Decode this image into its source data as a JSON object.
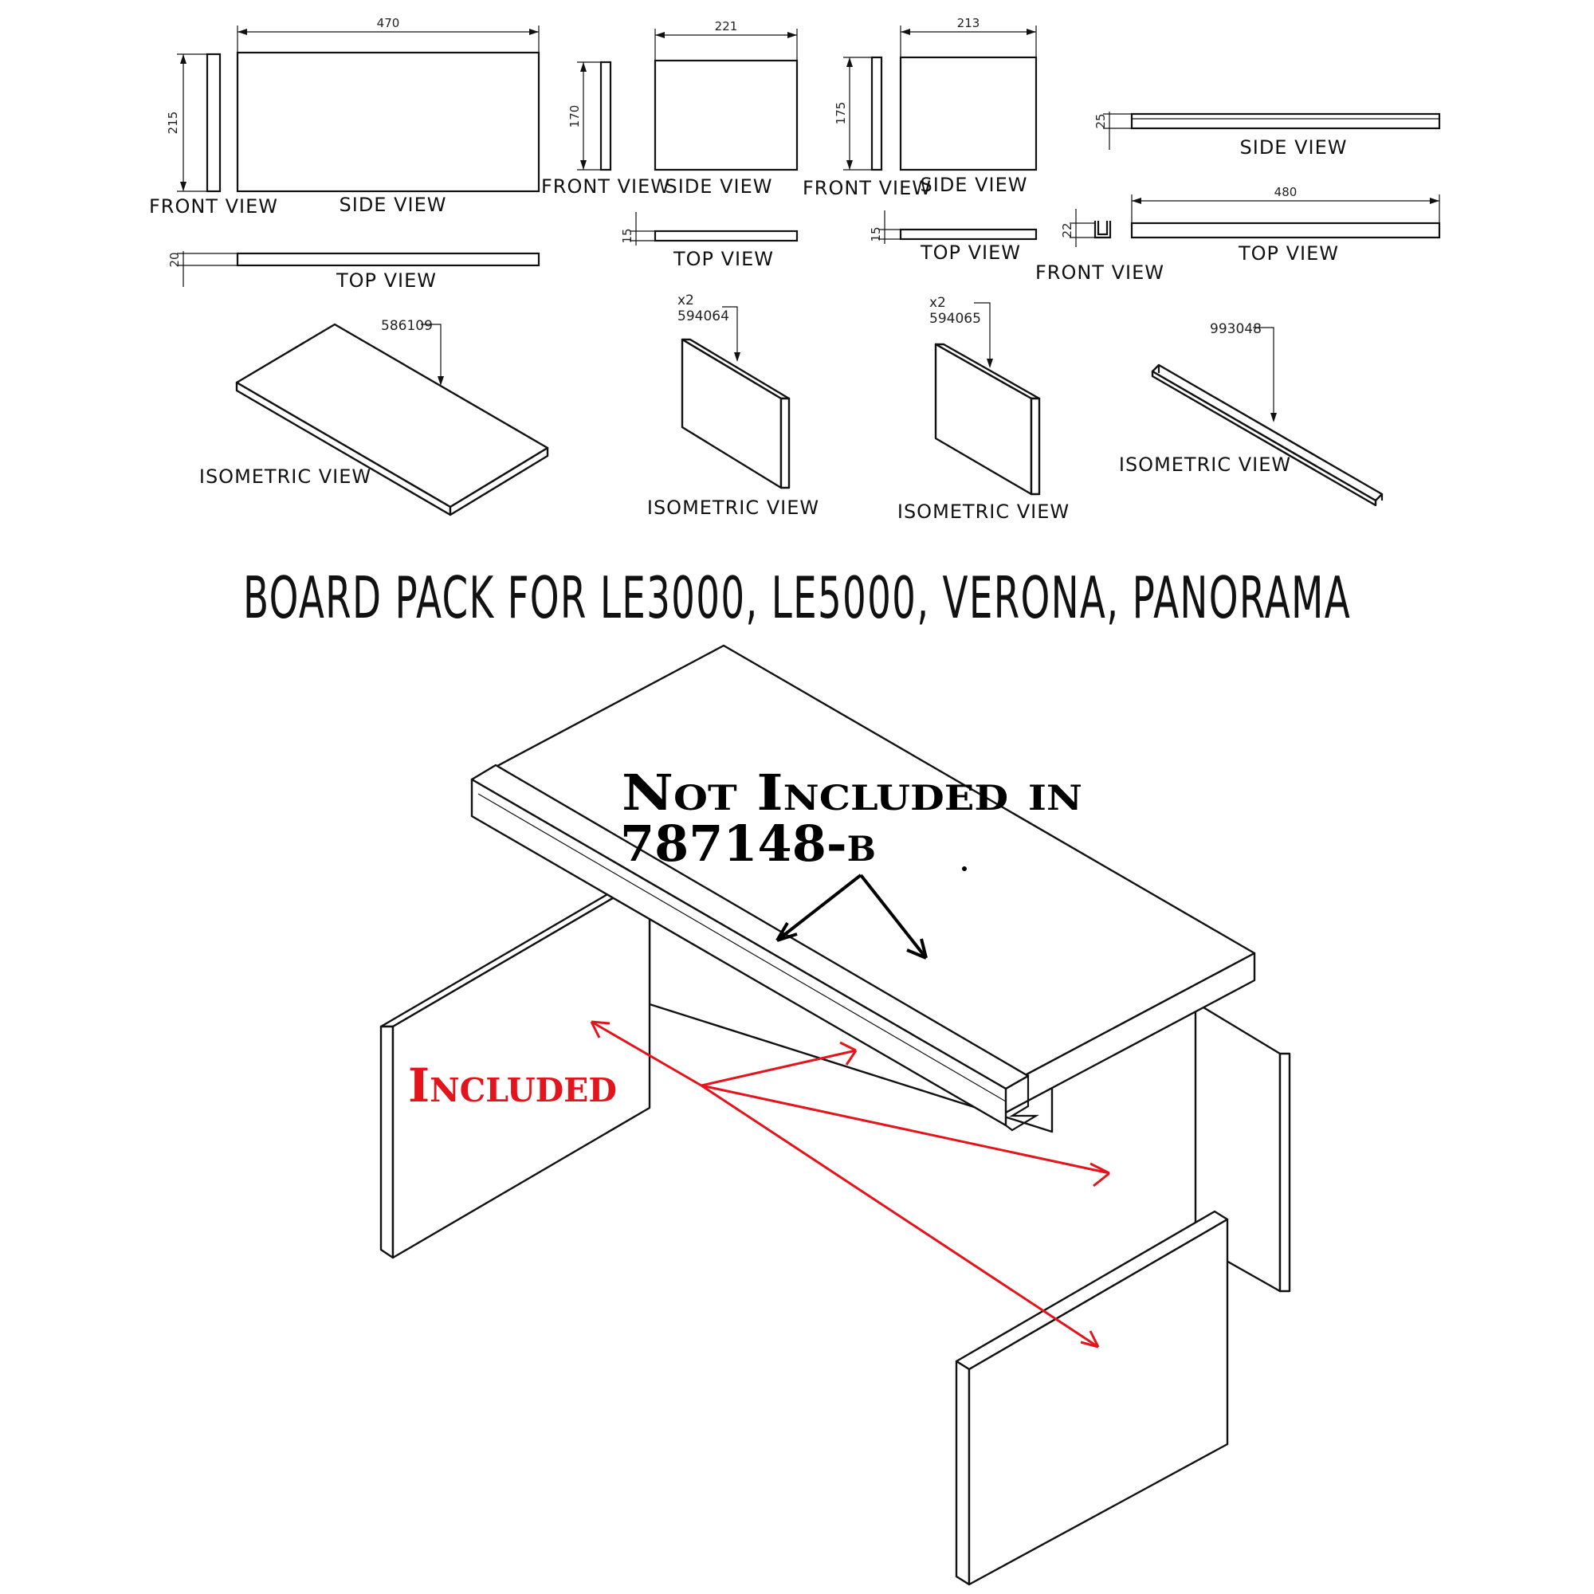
{
  "parts": [
    {
      "id": "586109",
      "dims": {
        "width": "470",
        "height": "215",
        "thickness": "20"
      },
      "views": {
        "front": "FRONT VIEW",
        "side": "SIDE VIEW",
        "top": "TOP VIEW",
        "iso": "ISOMETRIC VIEW"
      }
    },
    {
      "id": "594064",
      "qty": "x2",
      "dims": {
        "width": "221",
        "height": "170",
        "thickness": "15"
      },
      "views": {
        "front": "FRONT VIEW",
        "side": "SIDE VIEW",
        "top": "TOP VIEW",
        "iso": "ISOMETRIC VIEW"
      }
    },
    {
      "id": "594065",
      "qty": "x2",
      "dims": {
        "width": "213",
        "height": "175",
        "thickness": "15"
      },
      "views": {
        "front": "FRONT VIEW",
        "side": "SIDE VIEW",
        "top": "TOP VIEW",
        "iso": "ISOMETRIC VIEW"
      }
    },
    {
      "id": "993048",
      "dims": {
        "length": "480",
        "height": "25",
        "depth": "22"
      },
      "views": {
        "front": "FRONT VIEW",
        "side": "SIDE VIEW",
        "top": "TOP VIEW",
        "iso": "ISOMETRIC VIEW"
      }
    }
  ],
  "title": "BOARD PACK FOR LE3000, LE5000, VERONA, PANORAMA",
  "assembly": {
    "not_included_line1": "Not Included in",
    "not_included_line2": "787148-b",
    "included": "Included"
  },
  "colors": {
    "included": "#e3141b",
    "not_included": "#000000",
    "lines": "#111111"
  }
}
